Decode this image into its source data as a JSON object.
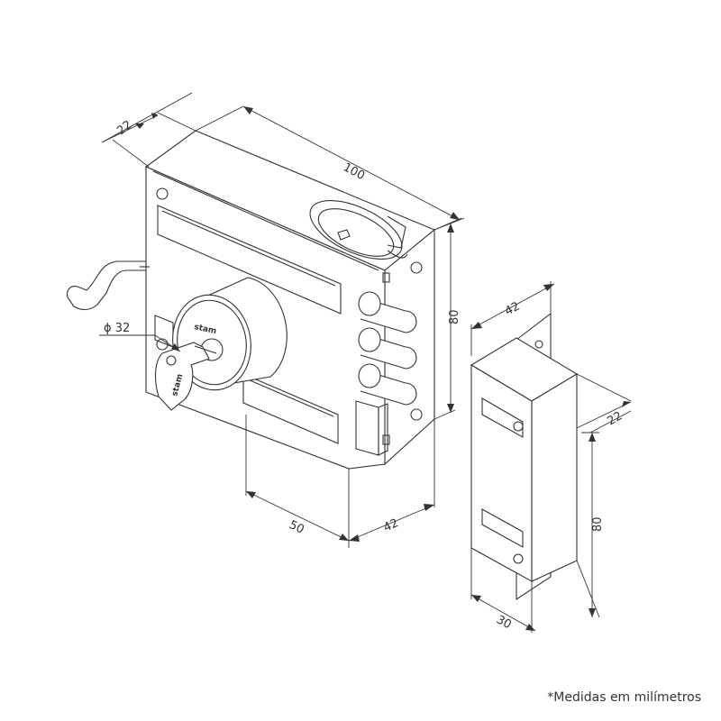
{
  "dimensions": {
    "lock_depth": "22",
    "lock_width": "100",
    "lock_height": "80",
    "cylinder_diameter": "ϕ 32",
    "front_offset": "50",
    "lock_depth_bottom": "42",
    "strike_width": "42",
    "strike_depth": "22",
    "strike_height": "80",
    "strike_base": "30"
  },
  "cylinder_brand": "stam",
  "key_brand": "stam",
  "footnote": "*Medidas em milímetros"
}
